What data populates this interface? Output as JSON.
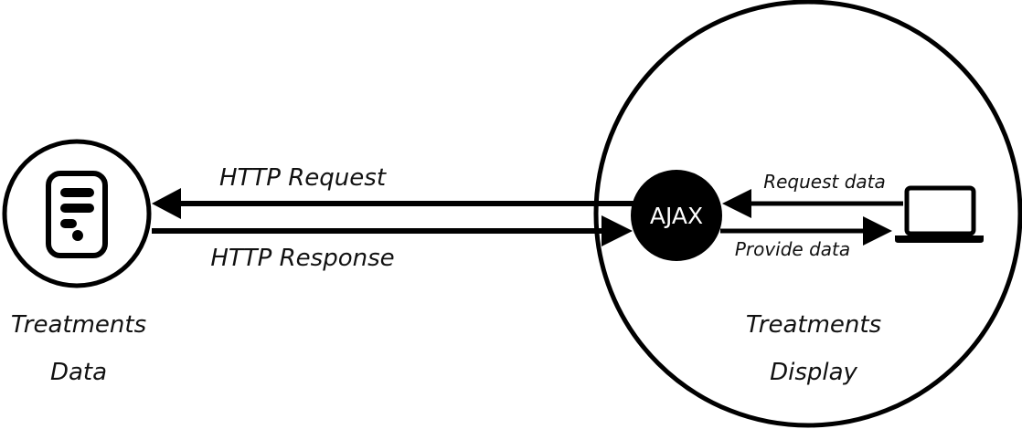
{
  "nodes": {
    "data_node": {
      "label_line1": "Treatments",
      "label_line2": "Data",
      "icon": "server-icon"
    },
    "display_node": {
      "label_line1": "Treatments",
      "label_line2": "Display"
    },
    "ajax_node": {
      "label": "AJAX"
    },
    "client": {
      "icon": "laptop-icon"
    }
  },
  "edges": {
    "http_request": {
      "label": "HTTP Request"
    },
    "http_response": {
      "label": "HTTP Response"
    },
    "request_data": {
      "label": "Request data"
    },
    "provide_data": {
      "label": "Provide data"
    }
  },
  "colors": {
    "stroke": "#000000",
    "fill": "#000000",
    "background": "#ffffff"
  }
}
